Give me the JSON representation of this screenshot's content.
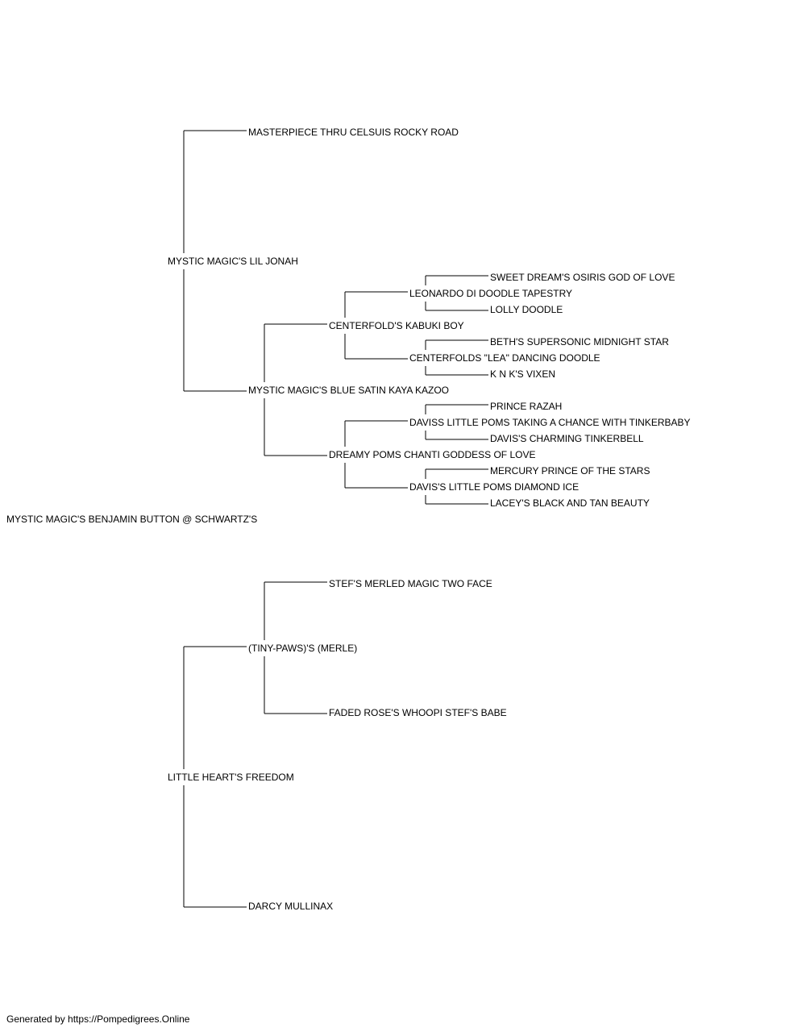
{
  "pedigree": {
    "subject": "MYSTIC MAGIC'S BENJAMIN BUTTON @ SCHWARTZ'S",
    "sire": {
      "name": "MYSTIC MAGIC'S LIL JONAH",
      "sire": {
        "name": "MASTERPIECE THRU CELSUIS ROCKY ROAD"
      },
      "dam": {
        "name": "MYSTIC MAGIC'S BLUE SATIN KAYA KAZOO",
        "sire": {
          "name": "CENTERFOLD'S KABUKI BOY",
          "sire": {
            "name": "LEONARDO DI DOODLE TAPESTRY",
            "sire": {
              "name": "SWEET DREAM'S OSIRIS GOD OF LOVE"
            },
            "dam": {
              "name": "LOLLY DOODLE"
            }
          },
          "dam": {
            "name": "CENTERFOLDS \"LEA\" DANCING DOODLE",
            "sire": {
              "name": "BETH'S SUPERSONIC MIDNIGHT STAR"
            },
            "dam": {
              "name": "K N K'S VIXEN"
            }
          }
        },
        "dam": {
          "name": "DREAMY POMS CHANTI GODDESS OF LOVE",
          "sire": {
            "name": "DAVISS LITTLE POMS TAKING A CHANCE WITH TINKERBABY",
            "sire": {
              "name": "PRINCE RAZAH"
            },
            "dam": {
              "name": "DAVIS'S CHARMING TINKERBELL"
            }
          },
          "dam": {
            "name": "DAVIS'S LITTLE POMS DIAMOND ICE",
            "sire": {
              "name": "MERCURY PRINCE OF THE STARS"
            },
            "dam": {
              "name": "LACEY'S BLACK AND TAN BEAUTY"
            }
          }
        }
      }
    },
    "dam": {
      "name": "LITTLE HEART'S FREEDOM",
      "sire": {
        "name": "(TINY-PAWS)'S (MERLE)",
        "sire": {
          "name": "STEF'S MERLED MAGIC TWO FACE"
        },
        "dam": {
          "name": "FADED ROSE'S WHOOPI STEF'S BABE"
        }
      },
      "dam": {
        "name": "DARCY MULLINAX"
      }
    }
  },
  "footer": "Generated by https://Pompedigrees.Online"
}
